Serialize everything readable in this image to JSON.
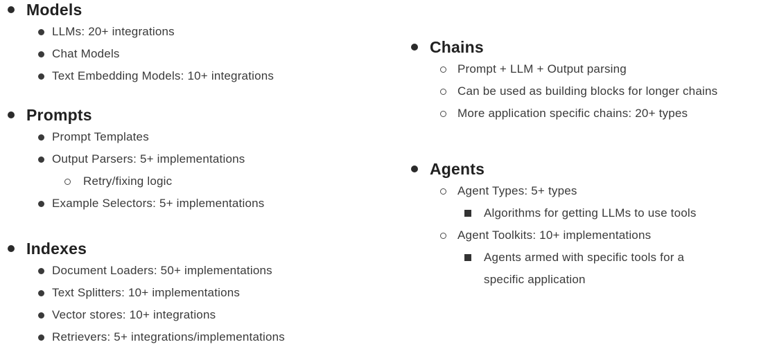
{
  "page": {
    "background": "#ffffff",
    "body_text_color": "#3a3a3a",
    "heading_text_color": "#212121"
  },
  "outline": {
    "left": [
      {
        "title": "Models",
        "items": [
          {
            "bullet": "disc",
            "text": "LLMs: 20+ integrations"
          },
          {
            "bullet": "disc",
            "text": "Chat Models"
          },
          {
            "bullet": "disc",
            "text": "Text Embedding Models: 10+ integrations"
          }
        ]
      },
      {
        "title": "Prompts",
        "items": [
          {
            "bullet": "disc",
            "text": "Prompt Templates"
          },
          {
            "bullet": "disc",
            "text": "Output Parsers: 5+ implementations"
          },
          {
            "bullet": "circle",
            "text": "Retry/fixing logic"
          },
          {
            "bullet": "disc",
            "text": "Example Selectors: 5+ implementations"
          }
        ]
      },
      {
        "title": "Indexes",
        "items": [
          {
            "bullet": "disc",
            "text": "Document Loaders: 50+ implementations"
          },
          {
            "bullet": "disc",
            "text": "Text Splitters: 10+ implementations"
          },
          {
            "bullet": "disc",
            "text": "Vector stores: 10+ integrations"
          },
          {
            "bullet": "disc",
            "text": "Retrievers: 5+ integrations/implementations"
          }
        ]
      }
    ],
    "right": [
      {
        "title": "Chains",
        "items": [
          {
            "bullet": "circle",
            "text": "Prompt + LLM + Output parsing"
          },
          {
            "bullet": "circle",
            "text": "Can be used as building blocks for longer chains"
          },
          {
            "bullet": "circle",
            "text": "More application specific chains: 20+ types"
          }
        ]
      },
      {
        "title": "Agents",
        "items": [
          {
            "bullet": "circle",
            "text": "Agent Types: 5+ types"
          },
          {
            "bullet": "square",
            "text": "Algorithms for getting LLMs to use tools"
          },
          {
            "bullet": "circle",
            "text": "Agent Toolkits: 10+ implementations"
          },
          {
            "bullet": "square",
            "text": "Agents armed with specific tools for a specific application"
          }
        ]
      }
    ]
  }
}
